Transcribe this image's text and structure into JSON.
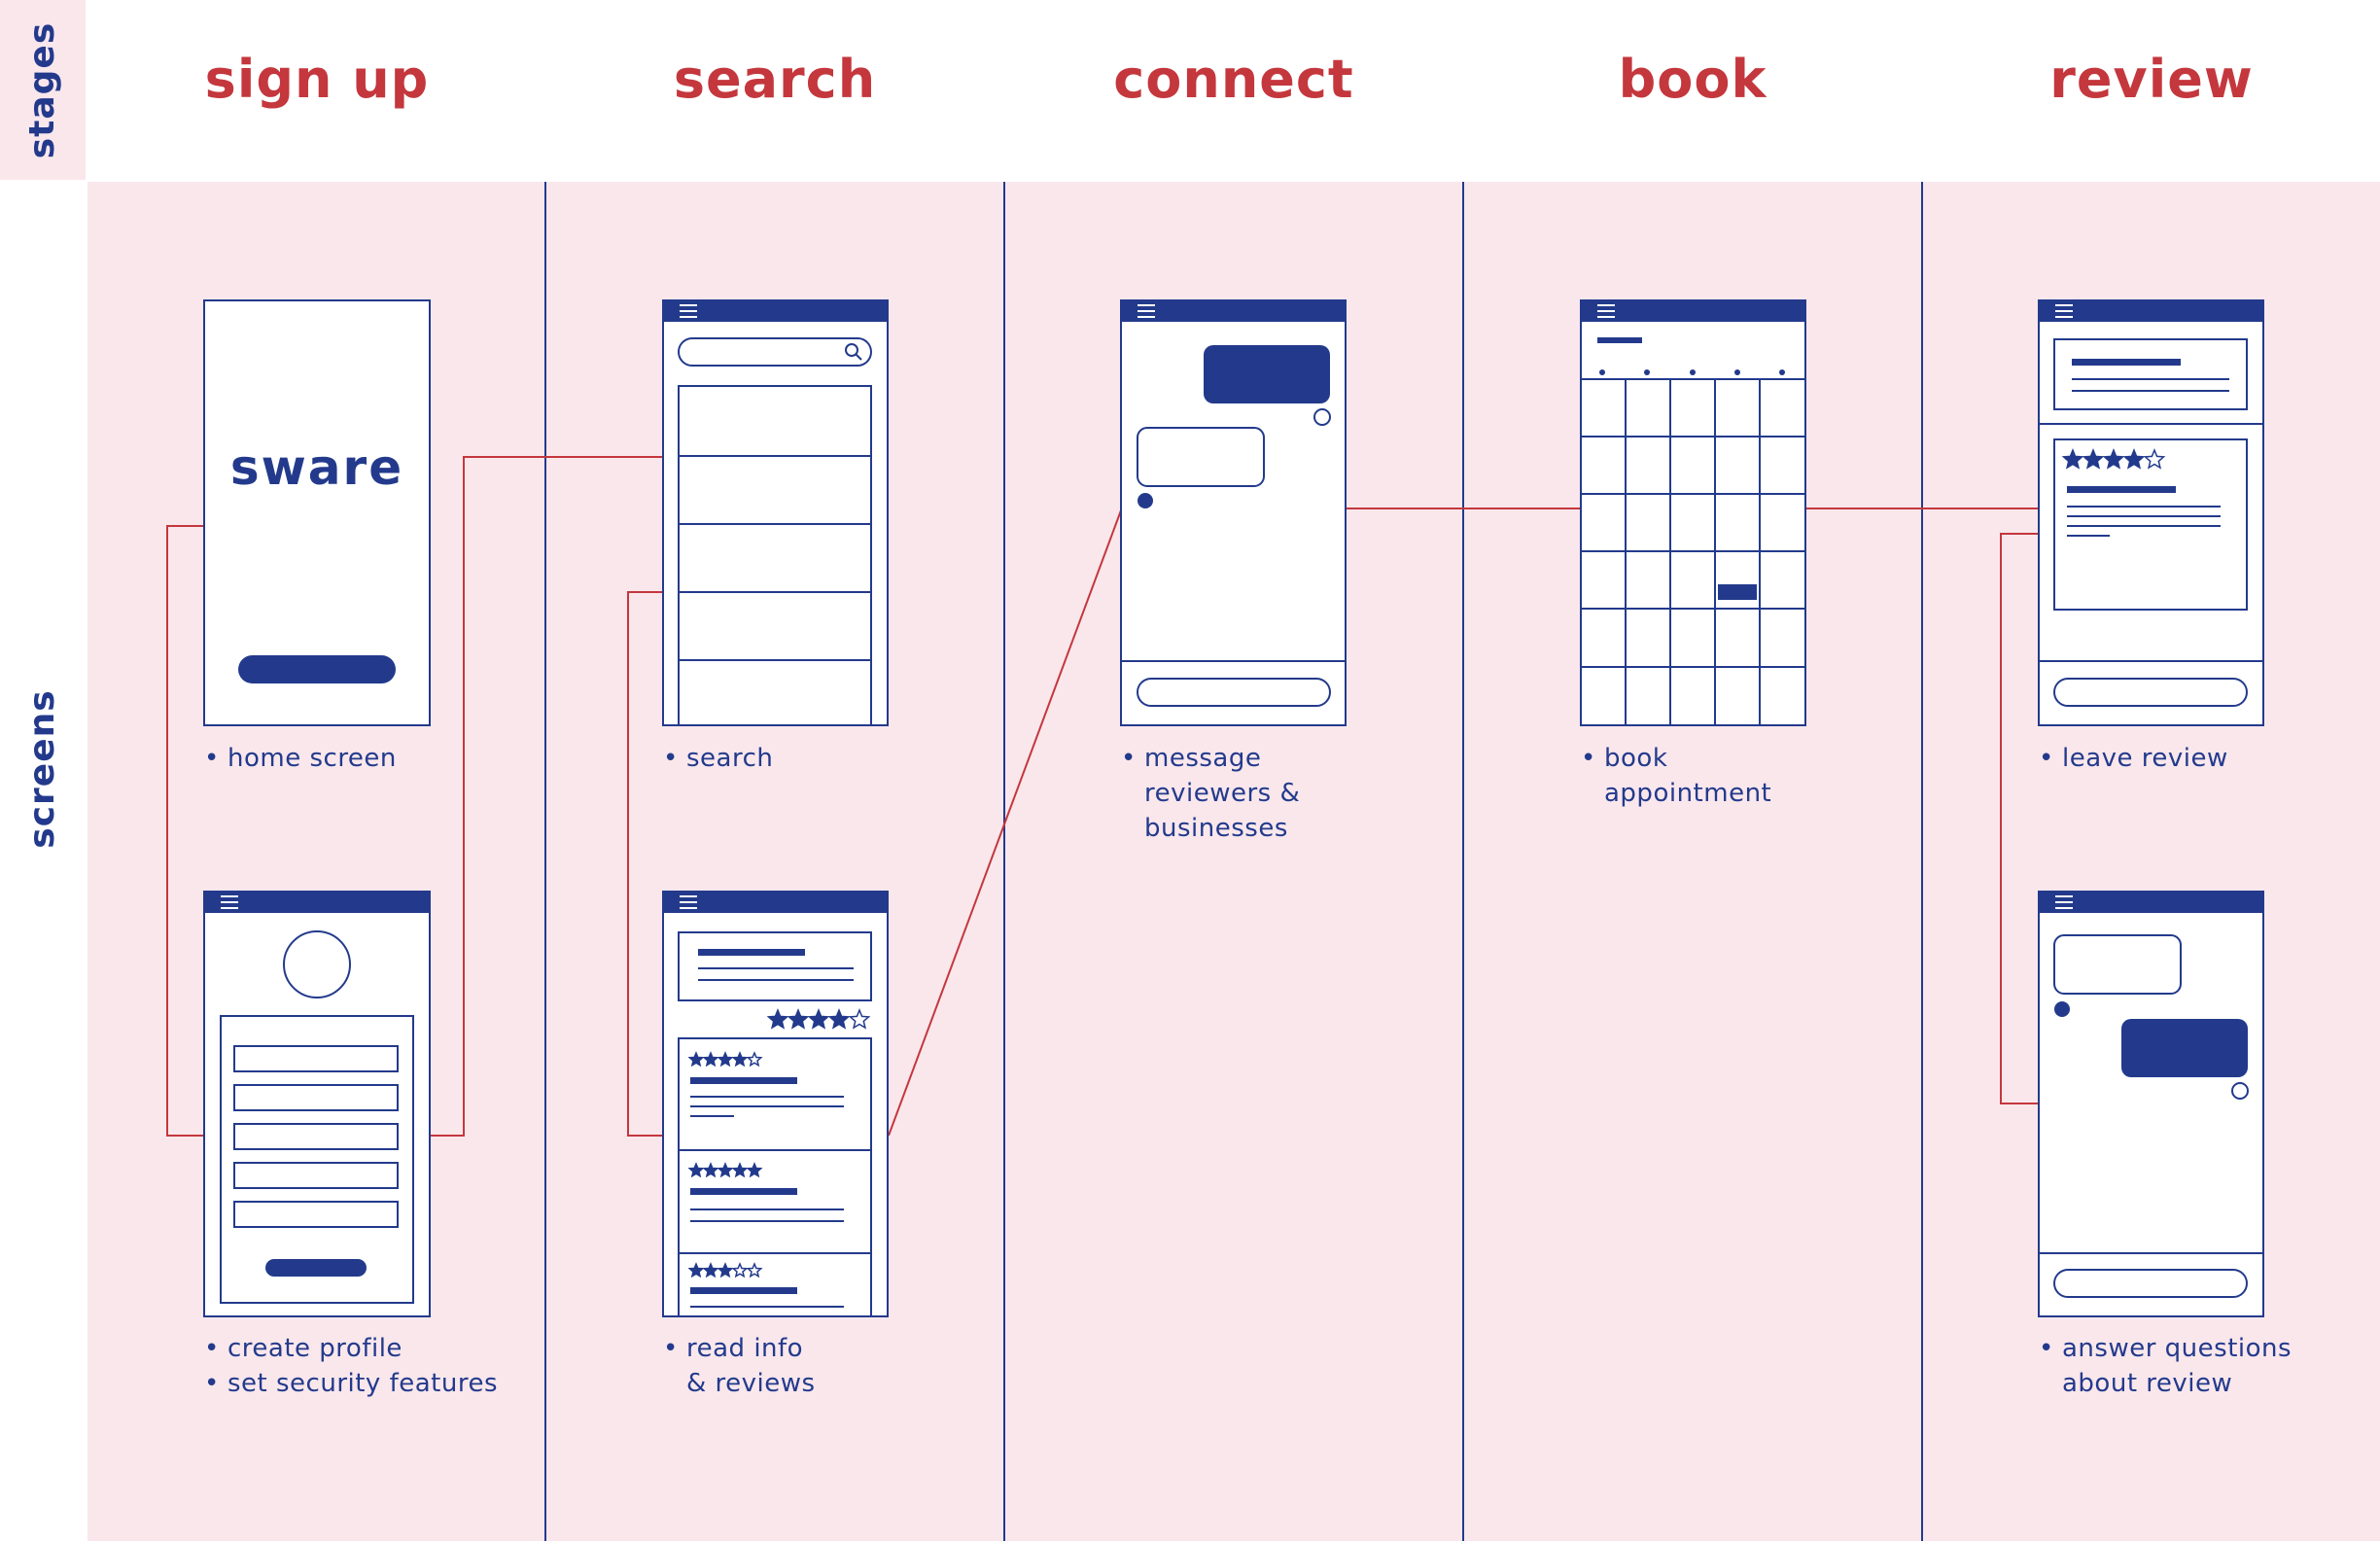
{
  "colors": {
    "accent_red": "#c4373d",
    "navy": "#233a8c",
    "band_pink": "#f9e7ec"
  },
  "sidebar": {
    "stages_label": "stages",
    "screens_label": "screens"
  },
  "stages": [
    {
      "title": "sign up"
    },
    {
      "title": "search"
    },
    {
      "title": "connect"
    },
    {
      "title": "book"
    },
    {
      "title": "review"
    }
  ],
  "screens": {
    "home": {
      "logo": "sware",
      "caption": [
        "home screen"
      ]
    },
    "profile": {
      "caption": [
        "create profile",
        "set security features"
      ]
    },
    "search": {
      "caption": [
        "search"
      ],
      "icon": "search-icon"
    },
    "reviews": {
      "caption": [
        "read info",
        "& reviews"
      ],
      "ratings": [
        4,
        4,
        5,
        3
      ]
    },
    "message": {
      "caption": [
        "message",
        "reviewers &",
        "businesses"
      ]
    },
    "book": {
      "caption": [
        "book",
        "appointment"
      ]
    },
    "leave_review": {
      "caption": [
        "leave review"
      ],
      "rating": 4
    },
    "answer": {
      "caption": [
        "answer questions",
        "about review"
      ]
    }
  }
}
